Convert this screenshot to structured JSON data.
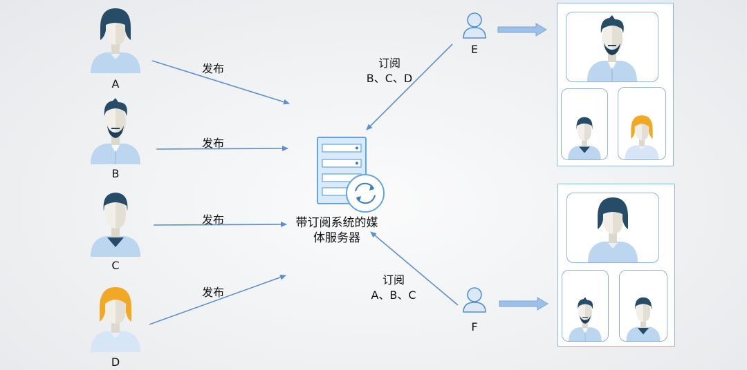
{
  "publishers": [
    {
      "id": "A",
      "label": "A",
      "hair": "#264c68",
      "style": "female-short",
      "shirt": "#bcd6ef",
      "action": "发布"
    },
    {
      "id": "B",
      "label": "B",
      "hair": "#264c68",
      "style": "male-beard",
      "shirt": "#bcd6ef",
      "action": "发布"
    },
    {
      "id": "C",
      "label": "C",
      "hair": "#264c68",
      "style": "male",
      "shirt": "#bcd6ef",
      "action": "发布"
    },
    {
      "id": "D",
      "label": "D",
      "hair": "#f1a925",
      "style": "female-blonde",
      "shirt": "#d7e6f6",
      "action": "发布"
    }
  ],
  "server": {
    "label": "带订阅系统的媒体服务器",
    "icon": "server-sync-icon",
    "color": "#5ea4e6"
  },
  "subscribers": [
    {
      "id": "E",
      "label": "E",
      "action": "订阅",
      "targets": "B、C、D",
      "icon": "user-outline-icon"
    },
    {
      "id": "F",
      "label": "F",
      "action": "订阅",
      "targets": "A、B、C",
      "icon": "user-outline-icon"
    }
  ],
  "colors": {
    "arrow": "#5b8fd1",
    "panel_border": "#8fb3d9",
    "accent": "#9dc0e8"
  }
}
